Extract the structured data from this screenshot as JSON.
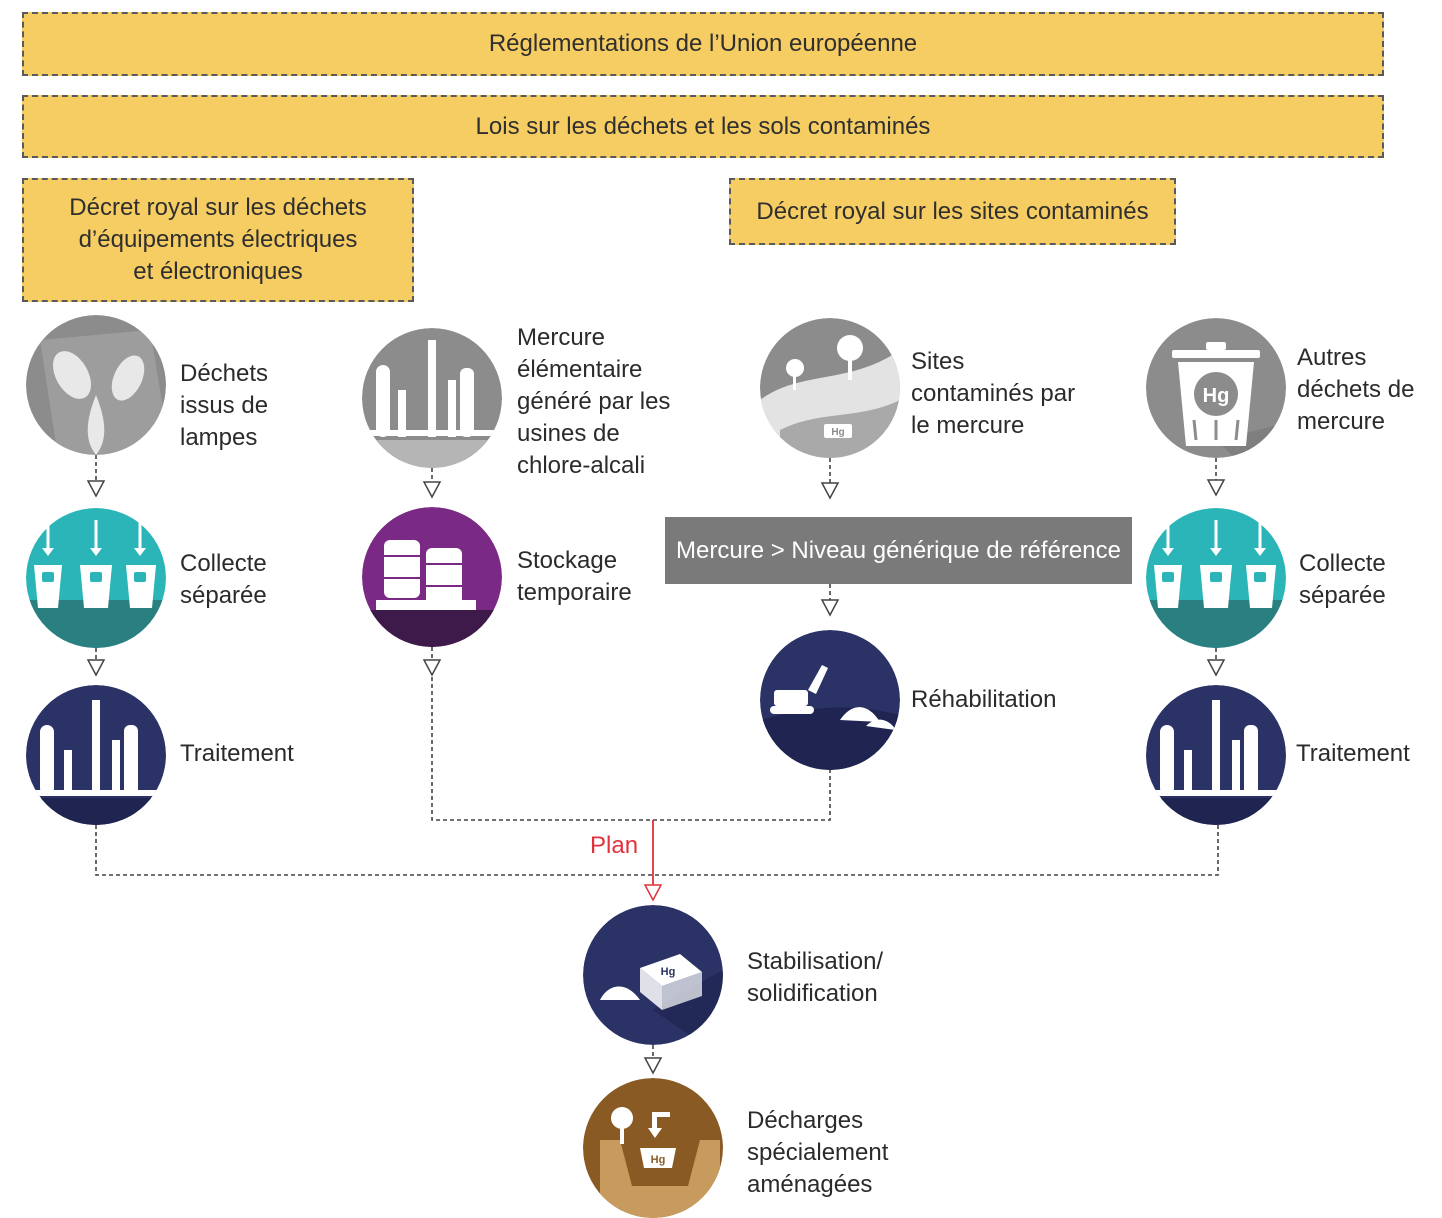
{
  "banners": {
    "eu": "Réglementations de l’Union européenne",
    "laws": "Lois sur les déchets et les sols contaminés",
    "weee_decree": [
      "Décret royal sur les déchets",
      "d’équipements électriques",
      "et électroniques"
    ],
    "sites_decree": "Décret royal sur les sites contaminés"
  },
  "threshold_box": "Mercure > Niveau générique de référence",
  "plan_label": "Plan",
  "nodes": {
    "lamp_waste": [
      "Déchets",
      "issus de",
      "lampes"
    ],
    "collect_left": [
      "Collecte",
      "séparée"
    ],
    "treatment_left": [
      "Traitement"
    ],
    "chlor_alkali": [
      "Mercure",
      "élémentaire",
      "généré par les",
      "usines de",
      "chlore-alcali"
    ],
    "temp_storage": [
      "Stockage",
      "temporaire"
    ],
    "contaminated_sites": [
      "Sites",
      "contaminés par",
      "le mercure"
    ],
    "remediation": [
      "Réhabilitation"
    ],
    "other_waste": [
      "Autres",
      "déchets de",
      "mercure"
    ],
    "collect_right": [
      "Collecte",
      "séparée"
    ],
    "treatment_right": [
      "Traitement"
    ],
    "stabilisation": [
      "Stabilisation/",
      "solidification"
    ],
    "landfill": [
      "Décharges",
      "spécialement",
      "aménagées"
    ]
  },
  "icon_text": {
    "hg": "Hg"
  },
  "colors": {
    "banner": "#f6cd62",
    "gray_icon": "#8c8c8c",
    "teal_icon": "#2bb5b8",
    "navy_icon": "#2a3266",
    "purple_icon": "#7a2a84",
    "brown_icon": "#8a5a24",
    "plan_red": "#e0323a"
  }
}
